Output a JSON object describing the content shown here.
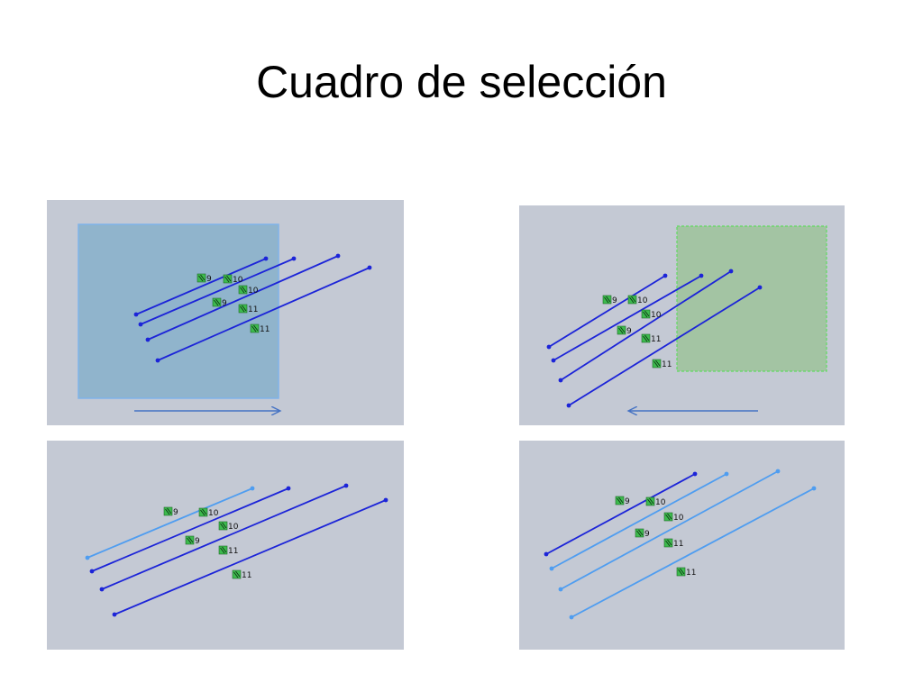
{
  "title": "Cuadro de selección",
  "colors": {
    "panel_bg": "#c4c9d4",
    "line_selected": "#1c24d8",
    "line_unselected": "#4f9df0",
    "window_box_fill": "#90b4cc",
    "window_box_stroke": "#7fb3ea",
    "crossing_box_fill": "#a3c4a3",
    "crossing_box_stroke": "#5fdc5f",
    "arrow": "#4472c4",
    "tag_fill": "#3dbb4e"
  },
  "panels": [
    {
      "id": "tl",
      "box": {
        "style": "solid"
      },
      "arrow": {
        "direction": "right"
      },
      "lines": [
        {
          "state": "selected"
        },
        {
          "state": "selected"
        },
        {
          "state": "selected"
        },
        {
          "state": "selected"
        }
      ],
      "tags": [
        "9",
        "10",
        "10",
        "9",
        "11",
        "11"
      ]
    },
    {
      "id": "tr",
      "box": {
        "style": "dashed"
      },
      "arrow": {
        "direction": "left"
      },
      "lines": [
        {
          "state": "selected"
        },
        {
          "state": "selected"
        },
        {
          "state": "selected"
        },
        {
          "state": "selected"
        }
      ],
      "tags": [
        "9",
        "10",
        "10",
        "9",
        "11",
        "11"
      ]
    },
    {
      "id": "bl",
      "lines": [
        {
          "state": "unselected"
        },
        {
          "state": "selected"
        },
        {
          "state": "selected"
        },
        {
          "state": "selected"
        }
      ],
      "tags": [
        "9",
        "10",
        "10",
        "9",
        "11",
        "11"
      ]
    },
    {
      "id": "br",
      "lines": [
        {
          "state": "selected"
        },
        {
          "state": "unselected"
        },
        {
          "state": "unselected"
        },
        {
          "state": "unselected"
        }
      ],
      "tags": [
        "9",
        "10",
        "10",
        "9",
        "11",
        "11"
      ]
    }
  ]
}
